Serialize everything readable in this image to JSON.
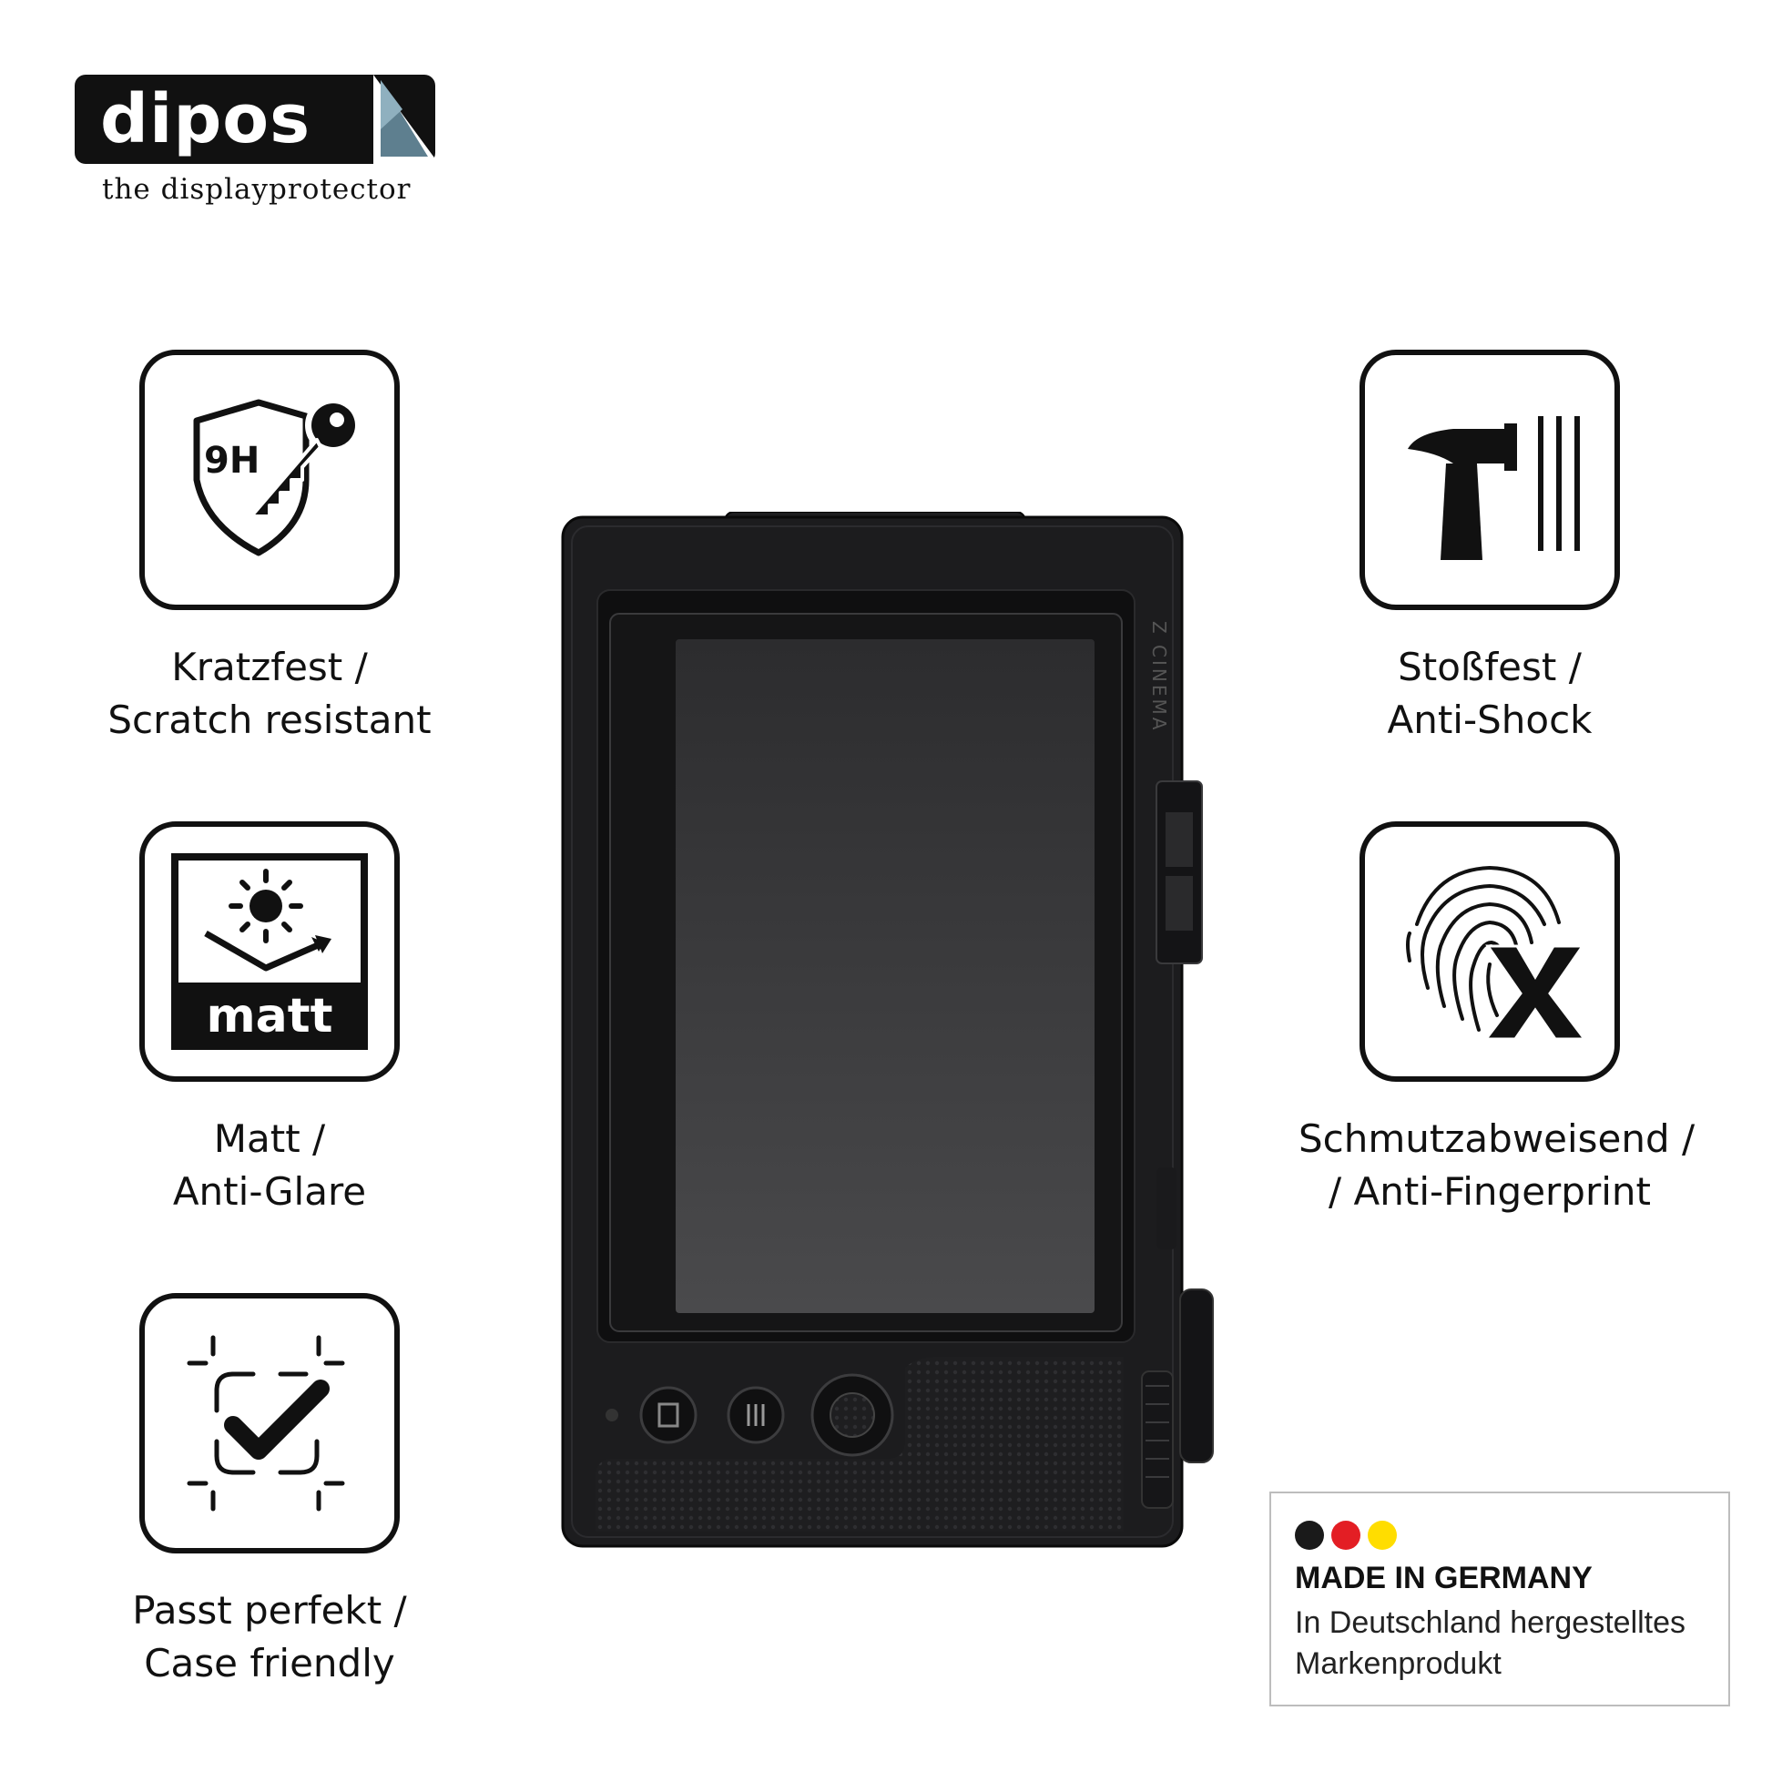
{
  "brand": {
    "name": "dipos",
    "tagline": "the displayprotector"
  },
  "features": [
    {
      "icon": "shield-key-9h-icon",
      "icon_text": "9H",
      "line1": "Kratzfest /",
      "line2": "Scratch resistant"
    },
    {
      "icon": "matt-sun-icon",
      "icon_text": "matt",
      "line1": "Matt /",
      "line2": "Anti-Glare"
    },
    {
      "icon": "case-fit-check-icon",
      "line1": "Passt perfekt /",
      "line2": "Case friendly"
    },
    {
      "icon": "hammer-shock-icon",
      "line1": "Stoßfest /",
      "line2": "Anti-Shock"
    },
    {
      "icon": "fingerprint-x-icon",
      "line1": "Schmutzabweisend /",
      "line2": "/ Anti-Fingerprint"
    }
  ],
  "made_in_germany": {
    "title": "MADE IN GERMANY",
    "subtitle": "In Deutschland hergestelltes Markenprodukt",
    "flag_colors": [
      "#1a1a1a",
      "#e31e24",
      "#ffdd00"
    ]
  },
  "colors": {
    "ink": "#111111",
    "camera_body": "#1c1c1e",
    "screen": "#3a3a3c"
  }
}
